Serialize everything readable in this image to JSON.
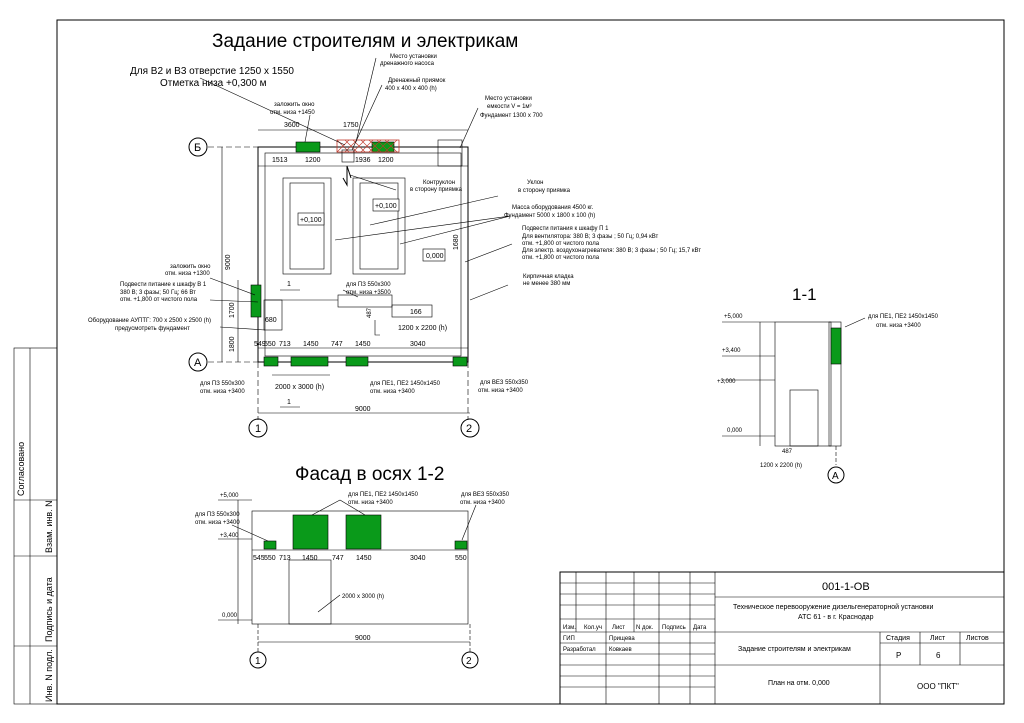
{
  "main_title": "Задание строителям и электрикам",
  "notes_top": {
    "opening_1": "Для В2 и В3 отверстие 1250 х 1550",
    "opening_2": "Отметка низа +0,300 м",
    "pump_1": "Место установки",
    "pump_2": "дренажного насоса",
    "pit_1": "Дренажный приямок",
    "pit_2": "400 х 400 х 400 (h)",
    "tank_1": "Место установки",
    "tank_2": "емкости V = 1м³",
    "tank_3": "Фундамент 1300 х 700",
    "seal_1": "заложить окно",
    "seal_2": "отм. низа +1450",
    "counter_1": "Контруклон",
    "counter_2": "в сторону приямка",
    "slope_1": "Уклон",
    "slope_2": "в сторону приямка",
    "mass_1": "Масса оборудования 4500 кг.",
    "mass_2": "Фундамент 5000 х 1800 х 100 (h)",
    "p1_1": "Подвести питания к шкафу П 1",
    "p1_2": "Для вентилятора: 380 В; 3 фазы ; 50 Гц; 0,94 кВт",
    "p1_3": "отм. +1,800 от чистого пола",
    "p1_4": "Для электр. воздухонагревателя: 380 В; 3 фазы ; 50 Гц; 15,7 кВт",
    "p1_5": "отм. +1,800 от чистого пола",
    "brick_1": "Кирпичная кладка",
    "brick_2": "не менее 380 мм",
    "seal2_1": "заложить окно",
    "seal2_2": "отм. низа +1300",
    "v1_1": "Подвести питание к шкафу В 1",
    "v1_2": "380 В; 3 фазы; 50 Гц; 66 Вт",
    "v1_3": "отм. +1,800 от чистого пола",
    "equip_1": "Оборудование АУПТГ: 700 х 2500 х 2500 (h)",
    "equip_2": "предусмотреть фундамент",
    "pz_1": "для ПЗ 550х300",
    "pz_2": "отм. низа +3500",
    "pe_1": "для ПЕ1, ПЕ2 1450х1450",
    "pe_2": "отм. низа +3400",
    "bez_1": "для ВЕЗ 550х350",
    "bez_2": "отм. низа +3400",
    "pzb_1": "для ПЗ 550х300",
    "pzb_2": "отм. низа +3400",
    "door": "2000 х 3000 (h)",
    "door2": "1200 х 2200 (h)",
    "mark_b": "Б",
    "mark_a": "А",
    "axis_1": "1",
    "axis_2": "2",
    "lvl_0100": "+0,100",
    "lvl_0000": "0,000",
    "dims": {
      "d3600": "3600",
      "d1750": "1750",
      "d1513": "1513",
      "d1200": "1200",
      "d1936": "1936",
      "d1200b": "1200",
      "d9000v": "9000",
      "d1700": "1700",
      "d1800": "1800",
      "d1680": "1680",
      "d680": "680",
      "d487": "487",
      "d166": "166",
      "d549": "549",
      "d550": "550",
      "d713": "713",
      "d1450": "1450",
      "d747": "747",
      "d1450b": "1450",
      "d3040": "3040",
      "d9000": "9000",
      "d1": "1"
    }
  },
  "section": {
    "title": "1-1",
    "l5000": "+5,000",
    "l3400": "+3,400",
    "l3000": "+3,000",
    "l0000": "0,000",
    "note_1": "для ПЕ1, ПЕ2 1450х1450",
    "note_2": "отм. низа +3400",
    "d487": "487",
    "door": "1200 х 2200 (h)",
    "mark": "А"
  },
  "facade": {
    "title": "Фасад в осях 1-2",
    "l5000": "+5,000",
    "l3400": "+3,400",
    "l0000": "0,000",
    "pz_1": "для ПЗ 550х300",
    "pz_2": "отм. низа +3400",
    "pe_1": "для ПЕ1, ПЕ2 1450х1450",
    "pe_2": "отм. низа +3400",
    "bez_1": "для ВЕЗ 550х350",
    "bez_2": "отм. низа +3400",
    "door": "2000 х 3000 (h)",
    "dims": [
      "545",
      "550",
      "713",
      "1450",
      "747",
      "1450",
      "3040",
      "550"
    ],
    "d9000": "9000",
    "axis_1": "1",
    "axis_2": "2"
  },
  "side_stamp": {
    "agreed": "Согласовано",
    "inv_repl": "Взам. инв. N",
    "sign_date": "Подпись и дата",
    "inv_orig": "Инв. N подл."
  },
  "title_block": {
    "code": "001-1-ОВ",
    "project_1": "Техническое перевооружение дизельгенераторной установки",
    "project_2": "АТС 61 - в г. Краснодар",
    "hdr_izm": "Изм.",
    "hdr_kol": "Кол.уч",
    "hdr_list": "Лист",
    "hdr_ndok": "N док.",
    "hdr_sign": "Подпись",
    "hdr_date": "Дата",
    "gip_role": "ГИП",
    "gip_name": "Прищева",
    "dev_role": "Разработал",
    "dev_name": "Ковкаев",
    "sheet_name": "Задание строителям и электрикам",
    "plan_name": "План на отм. 0,000",
    "stage_hdr": "Стадия",
    "sheet_hdr": "Лист",
    "sheets_hdr": "Листов",
    "stage": "Р",
    "sheet": "6",
    "org": "ООО \"ПКТ\""
  }
}
